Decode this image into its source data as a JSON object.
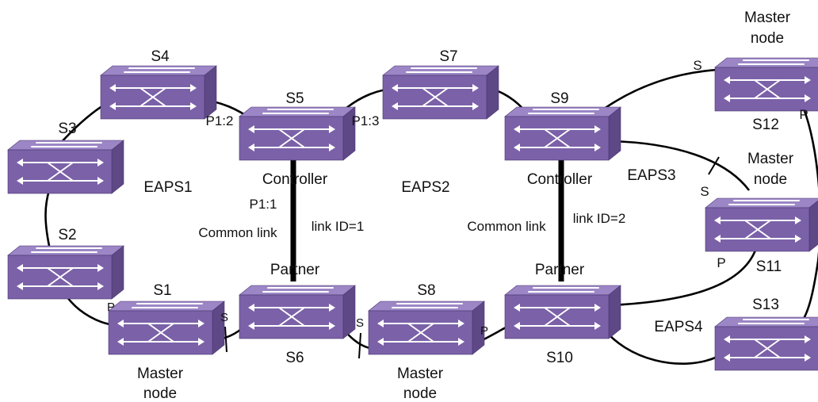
{
  "colors": {
    "switch_top": "#9c86c6",
    "switch_front": "#7b61a8",
    "switch_side": "#5e4886",
    "icon": "#ffffff"
  },
  "icon_name": "network-switch-icon",
  "switches": {
    "s1": "S1",
    "s2": "S2",
    "s3": "S3",
    "s4": "S4",
    "s5": "S5",
    "s6": "S6",
    "s7": "S7",
    "s8": "S8",
    "s9": "S9",
    "s10": "S10",
    "s11": "S11",
    "s12": "S12",
    "s13": "S13"
  },
  "rings": {
    "eaps1": "EAPS1",
    "eaps2": "EAPS2",
    "eaps3": "EAPS3",
    "eaps4": "EAPS4"
  },
  "roles": {
    "master": "Master",
    "node": "node",
    "controller": "Controller",
    "partner": "Partner",
    "common_link": "Common link",
    "link_id_1": "link ID=1",
    "link_id_2": "link ID=2"
  },
  "ports": {
    "p1_1": "P1:1",
    "p1_2": "P1:2",
    "p1_3": "P1:3",
    "primary": "P",
    "secondary": "S"
  }
}
